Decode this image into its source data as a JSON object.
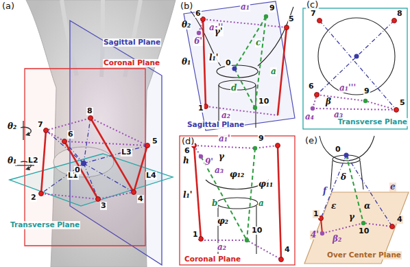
{
  "diagram": {
    "labels": [
      "(a)",
      "Sagittal Plane",
      "Coronal Plane",
      "Transverse Plane",
      "θ₂",
      "θ₁",
      "7",
      "8",
      "6",
      "5",
      "L2",
      "L1",
      "L3",
      "L4",
      "0",
      "2",
      "3",
      "4",
      "(b)",
      "6",
      "a₁''",
      "a₁",
      "9",
      "5",
      "θ₂",
      "6'",
      "γ'",
      "l₁'",
      "c",
      "θ₁",
      "0",
      "a",
      "d",
      "1",
      "a₂",
      "10",
      "Sagittal Plane",
      "(c)",
      "7",
      "8",
      "6",
      "a₁'''",
      "a₄",
      "β",
      "a₃",
      "9",
      "5",
      "Transverse Plane",
      "(d)",
      "6",
      "a₁'",
      "9",
      "h",
      "9'",
      "γ",
      "a₃",
      "φ₁₂",
      "φ₁₁",
      "l₁'",
      "b",
      "a",
      "φ₂",
      "1",
      "a₂",
      "10",
      "4",
      "Coronal Plane",
      "(e)",
      "0",
      "f",
      "δ",
      "ε",
      "e",
      "α",
      "γ",
      "1",
      "4'",
      "β₂",
      "10",
      "4",
      "Over Center Plane"
    ]
  }
}
